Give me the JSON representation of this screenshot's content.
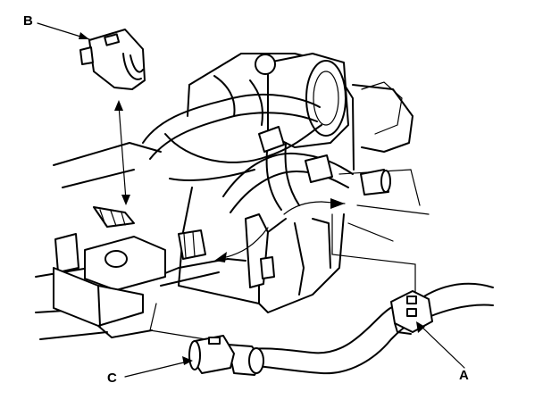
{
  "callouts": [
    {
      "id": "B",
      "label": "B"
    },
    {
      "id": "C",
      "label": "C"
    },
    {
      "id": "A",
      "label": "A"
    }
  ],
  "colors": {
    "ink": "#000000",
    "background": "#ffffff"
  }
}
